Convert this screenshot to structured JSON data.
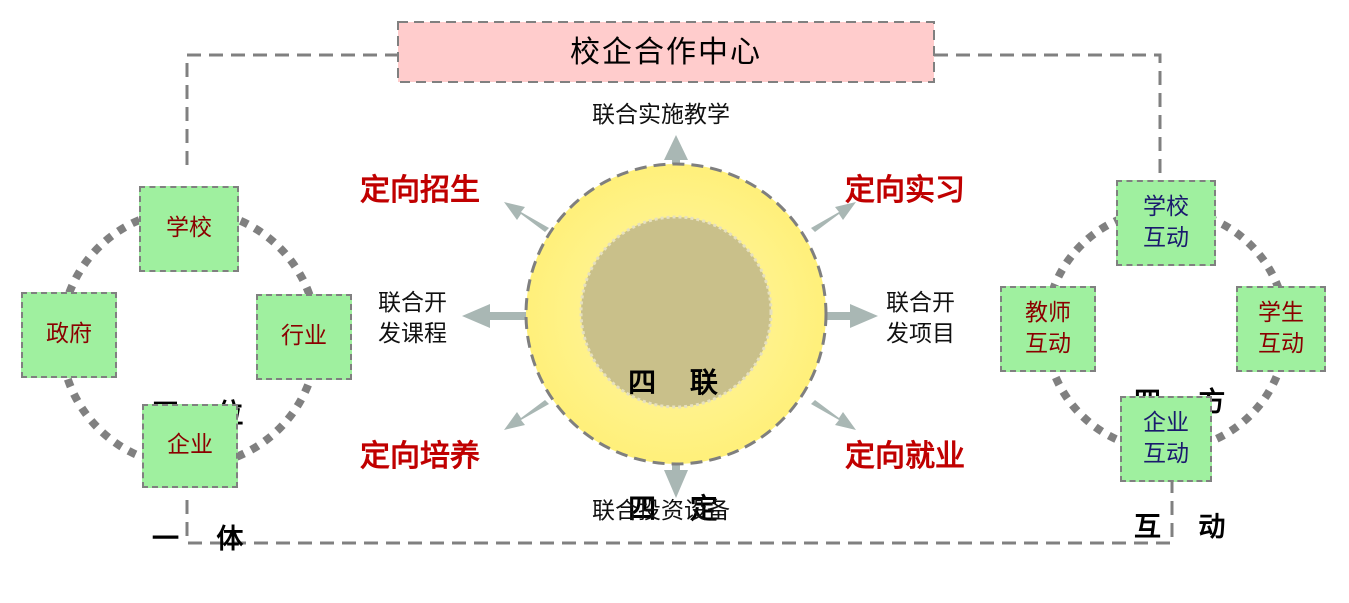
{
  "center_title": "校企合作中心",
  "core": {
    "line1": "四 联",
    "line2": "四 定"
  },
  "actions": {
    "top": "联合实施教学",
    "bottom": "联合投资设备",
    "left": "联合开\n发课程",
    "right": "联合开\n发项目"
  },
  "directions": {
    "top_left": "定向招生",
    "top_right": "定向实习",
    "bottom_left": "定向培养",
    "bottom_right": "定向就业"
  },
  "left_group": {
    "title_line1": "四 位",
    "title_line2": "一 体",
    "nodes": {
      "top": "学校",
      "left": "政府",
      "right": "行业",
      "bottom": "企业"
    }
  },
  "right_group": {
    "title_line1": "四 方",
    "title_line2": "互 动",
    "nodes": {
      "top": "学校\n互动",
      "left": "教师\n互动",
      "right": "学生\n互动",
      "bottom": "企业\n互动"
    }
  },
  "colors": {
    "title_box": "#ffcccc",
    "node_box": "#9ff09f",
    "outer_circle": "#fff59d",
    "inner_circle": "#c9c08a",
    "direction_text": "#c00000",
    "arrow": "#a9b7b4",
    "dashed_line": "#808080"
  }
}
